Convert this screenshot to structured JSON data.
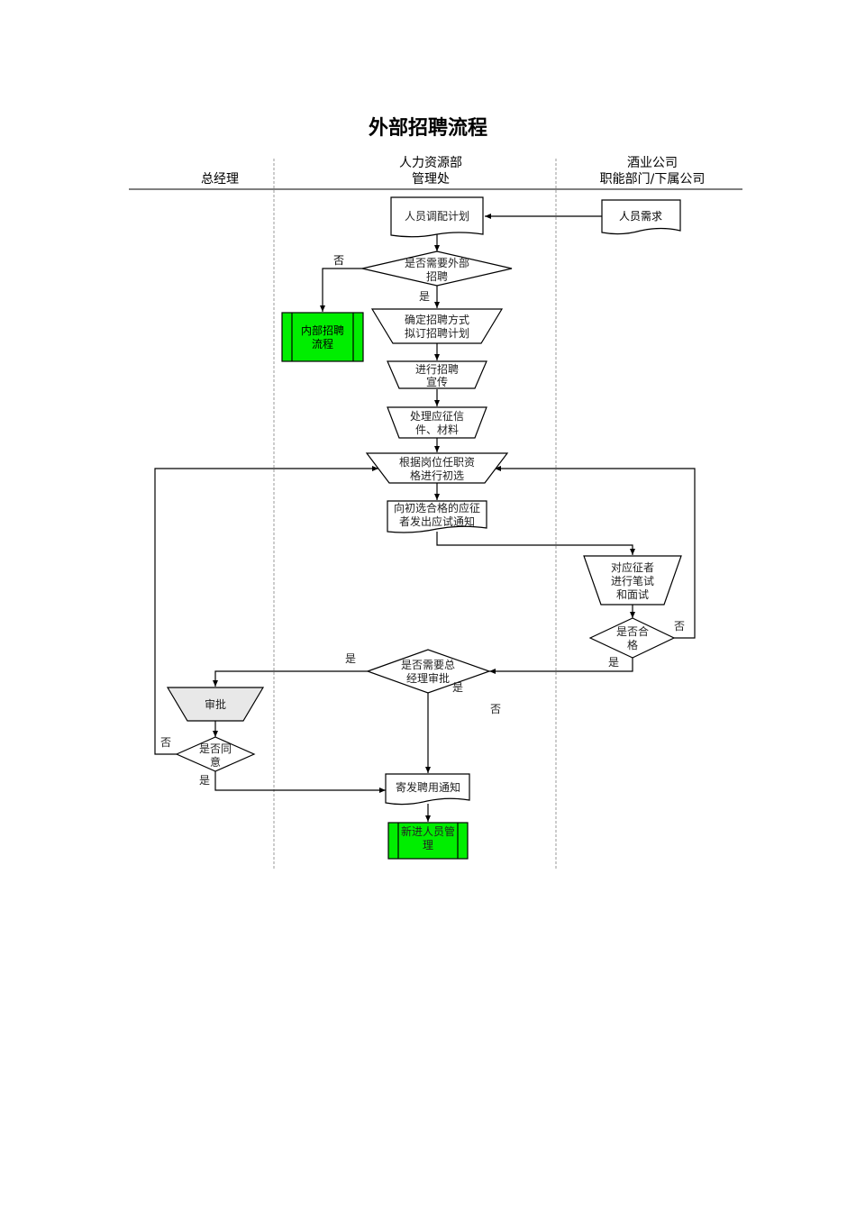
{
  "title": "外部招聘流程",
  "lanes": [
    {
      "id": "gm",
      "lines": [
        "",
        "总经理"
      ]
    },
    {
      "id": "hr",
      "lines": [
        "人力资源部",
        "管理处"
      ]
    },
    {
      "id": "dept",
      "lines": [
        "酒业公司",
        "职能部门/下属公司"
      ]
    }
  ],
  "colors": {
    "subprocess_fill": "#00ee00",
    "approval_fill": "#e8e8e8",
    "line": "#000000",
    "lane_divider": "#999999"
  },
  "nodes": {
    "demand": {
      "lines": [
        "人员需求"
      ],
      "shape": "document"
    },
    "plan": {
      "lines": [
        "人员调配计划"
      ],
      "shape": "document"
    },
    "need_external": {
      "lines": [
        "是否需要外部",
        "招聘"
      ],
      "shape": "decision"
    },
    "internal": {
      "lines": [
        "内部招聘",
        "流程"
      ],
      "shape": "subprocess"
    },
    "method": {
      "lines": [
        "确定招聘方式",
        "拟订招聘计划"
      ],
      "shape": "manual"
    },
    "publicity": {
      "lines": [
        "进行招聘",
        "宣传"
      ],
      "shape": "manual"
    },
    "process_docs": {
      "lines": [
        "处理应征信",
        "件、材料"
      ],
      "shape": "manual"
    },
    "screening": {
      "lines": [
        "根据岗位任职资",
        "格进行初选"
      ],
      "shape": "manual"
    },
    "notify_exam": {
      "lines": [
        "向初选合格的应征",
        "者发出应试通知"
      ],
      "shape": "document"
    },
    "exam": {
      "lines": [
        "对应征者",
        "进行笔试",
        "和面试"
      ],
      "shape": "manual"
    },
    "qualified": {
      "lines": [
        "是否合",
        "格"
      ],
      "shape": "decision"
    },
    "need_gm": {
      "lines": [
        "是否需要总",
        "经理审批"
      ],
      "shape": "decision"
    },
    "approve": {
      "lines": [
        "审批"
      ],
      "shape": "manual"
    },
    "agree": {
      "lines": [
        "是否同",
        "意"
      ],
      "shape": "decision"
    },
    "offer": {
      "lines": [
        "寄发聘用通知"
      ],
      "shape": "document"
    },
    "newhire": {
      "lines": [
        "新进人员管",
        "理"
      ],
      "shape": "subprocess"
    }
  },
  "edge_labels": {
    "external_no": "否",
    "external_yes": "是",
    "qualified_no": "否",
    "qualified_yes": "是",
    "gm_yes": "是",
    "gm_yes2": "是",
    "gm_no": "否",
    "agree_no": "否",
    "agree_yes": "是"
  }
}
